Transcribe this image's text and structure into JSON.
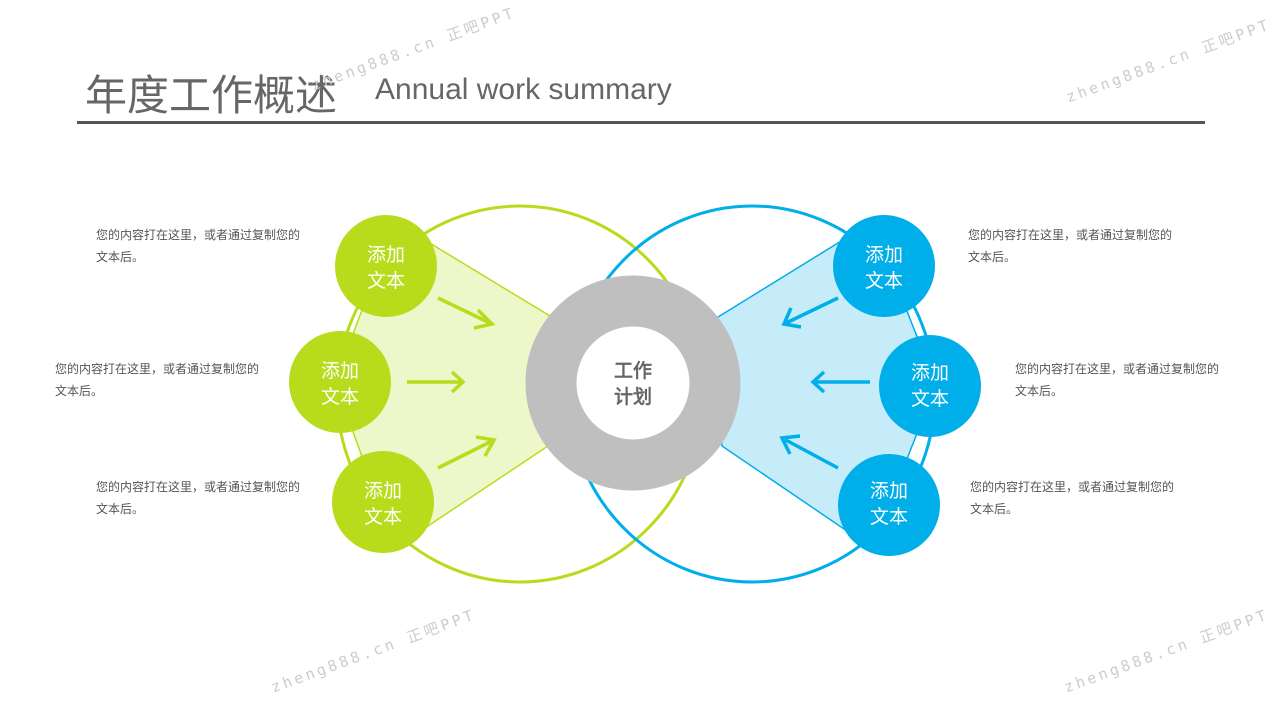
{
  "header": {
    "title_cn": "年度工作概述",
    "title_en": "Annual work summary"
  },
  "center": {
    "line1": "工作",
    "line2": "计划"
  },
  "nodes": [
    {
      "line1": "添加",
      "line2": "文本"
    },
    {
      "line1": "添加",
      "line2": "文本"
    },
    {
      "line1": "添加",
      "line2": "文本"
    },
    {
      "line1": "添加",
      "line2": "文本"
    },
    {
      "line1": "添加",
      "line2": "文本"
    },
    {
      "line1": "添加",
      "line2": "文本"
    }
  ],
  "descriptions": [
    "您的内容打在这里，或者通过复制您的文本后。",
    "您的内容打在这里，或者通过复制您的文本后。",
    "您的内容打在这里，或者通过复制您的文本后。",
    "您的内容打在这里，或者通过复制您的文本后。",
    "您的内容打在这里，或者通过复制您的文本后。",
    "您的内容打在这里，或者通过复制您的文本后。"
  ],
  "watermark": "zheng888.cn 正吧PPT",
  "colors": {
    "green": "#b8dc1c",
    "blue": "#00aeea",
    "gray": "#bfbfbf"
  }
}
